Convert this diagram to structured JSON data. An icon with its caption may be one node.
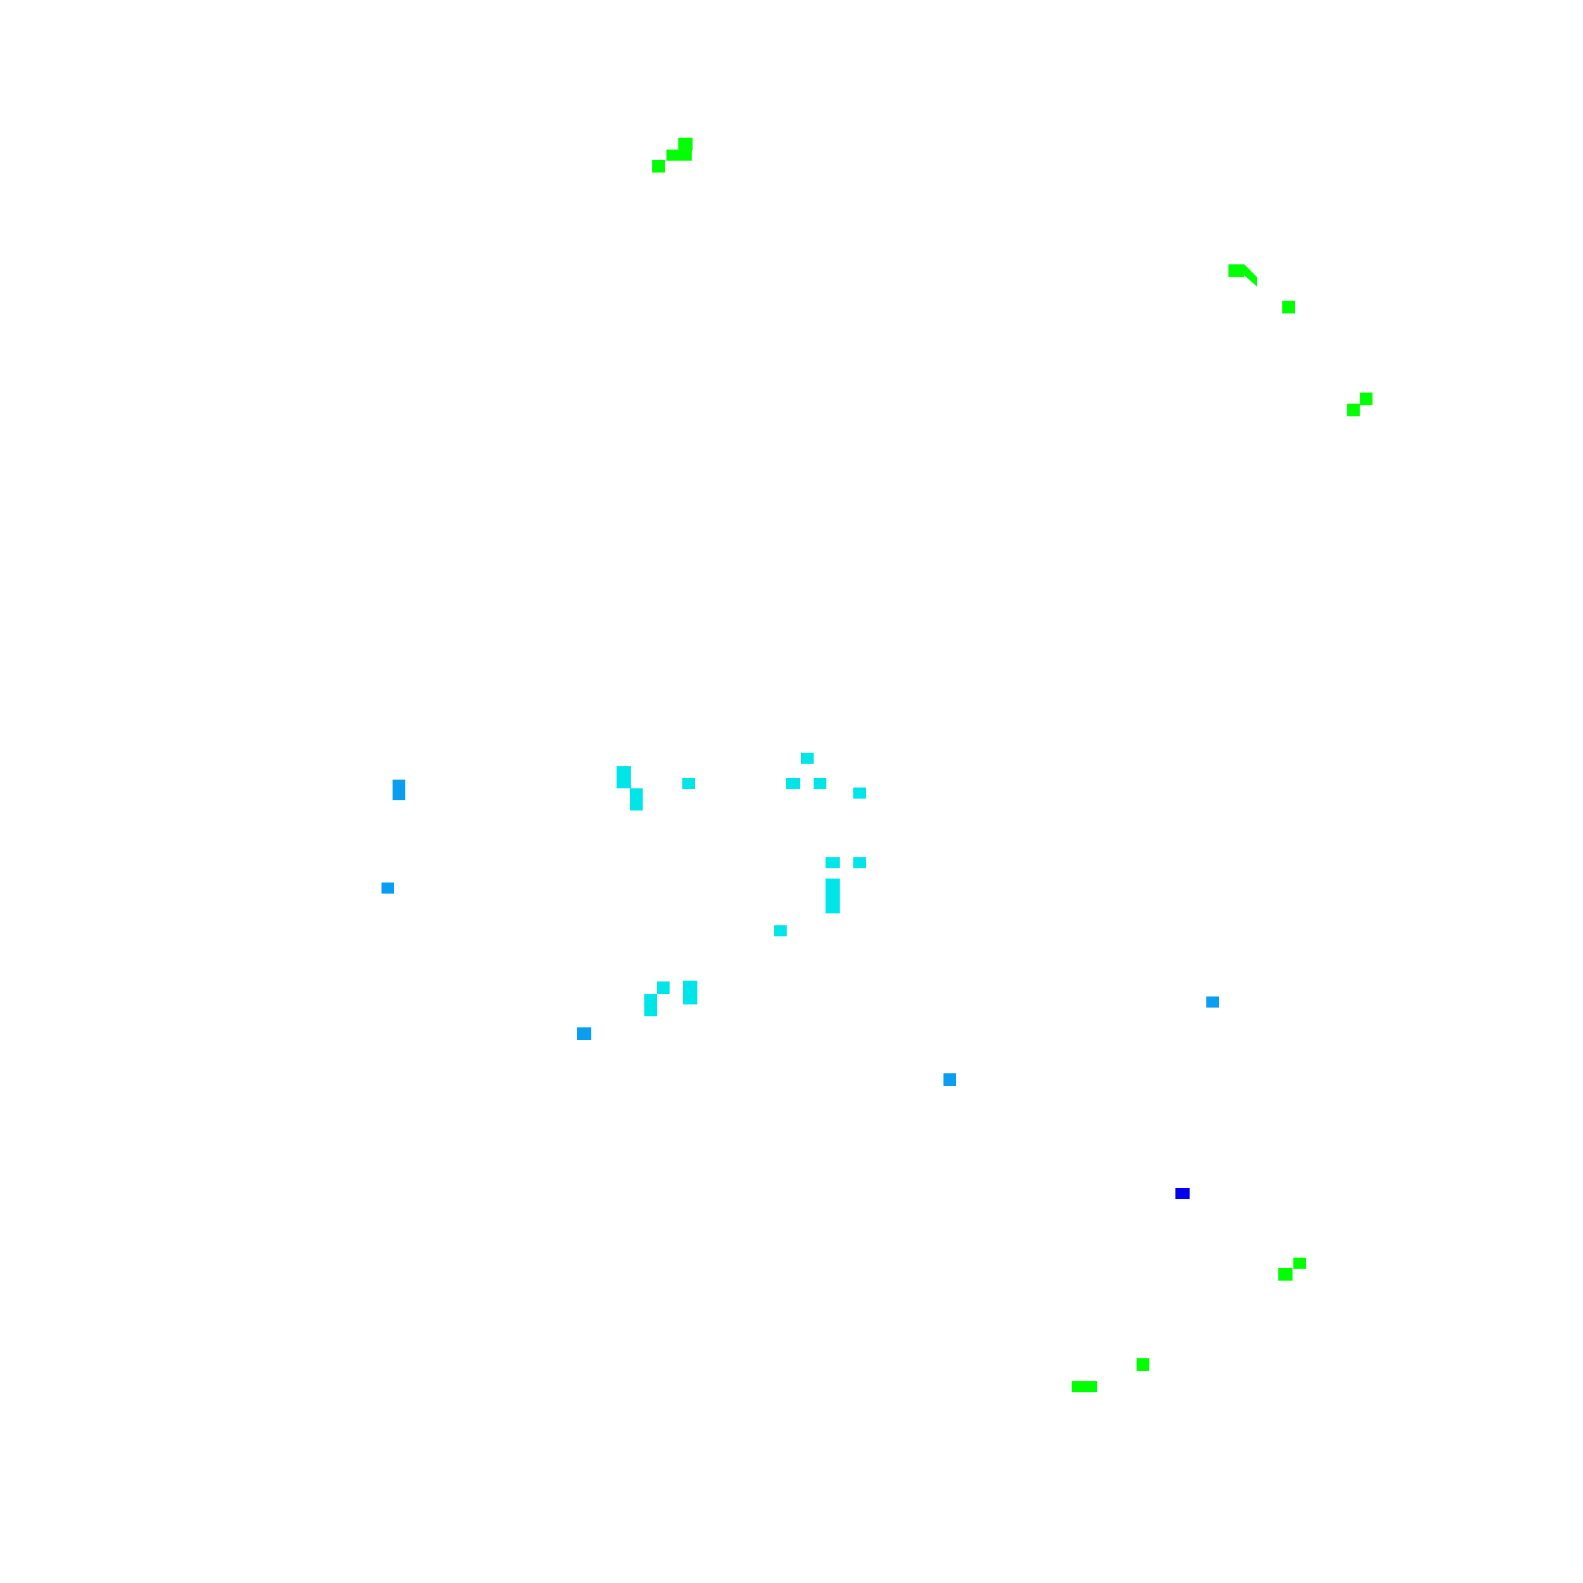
{
  "diagram": {
    "nodes": [
      {
        "text": [],
        "shape": "box"
      },
      {
        "text": [],
        "shape": "box"
      },
      {
        "text": [],
        "shape": "box"
      },
      {
        "text": [],
        "shape": "box"
      },
      {
        "text": [],
        "shape": "box"
      },
      {
        "text": [],
        "shape": "box"
      },
      {
        "text": [],
        "shape": "box"
      },
      {
        "text": [],
        "shape": "box"
      },
      {
        "text": [],
        "shape": "box"
      },
      {
        "text": [],
        "shape": "box"
      },
      {
        "text": [],
        "shape": "box"
      },
      {
        "text": [],
        "shape": "box"
      },
      {
        "text": [],
        "shape": "box"
      },
      {
        "text": [],
        "shape": "box"
      },
      {
        "text": [],
        "shape": "box"
      },
      {
        "text": [],
        "shape": "box"
      },
      {
        "text": [],
        "shape": "box"
      },
      {
        "text": [],
        "shape": "box"
      },
      {
        "text": [],
        "shape": "box"
      },
      {
        "text": [],
        "shape": "box"
      },
      {
        "text": [],
        "shape": "box"
      },
      {
        "text": [],
        "shape": "box"
      },
      {
        "text": [],
        "shape": "box"
      },
      {
        "text": [],
        "shape": "box"
      },
      {
        "text": [],
        "shape": "box"
      },
      {
        "text": [],
        "shape": "box"
      },
      {
        "text": [],
        "shape": "box"
      },
      {
        "text": [],
        "shape": "box"
      },
      {
        "text": [],
        "shape": "box"
      },
      {
        "text": [],
        "shape": "box"
      },
      {
        "text": [],
        "shape": "box"
      }
    ]
  }
}
